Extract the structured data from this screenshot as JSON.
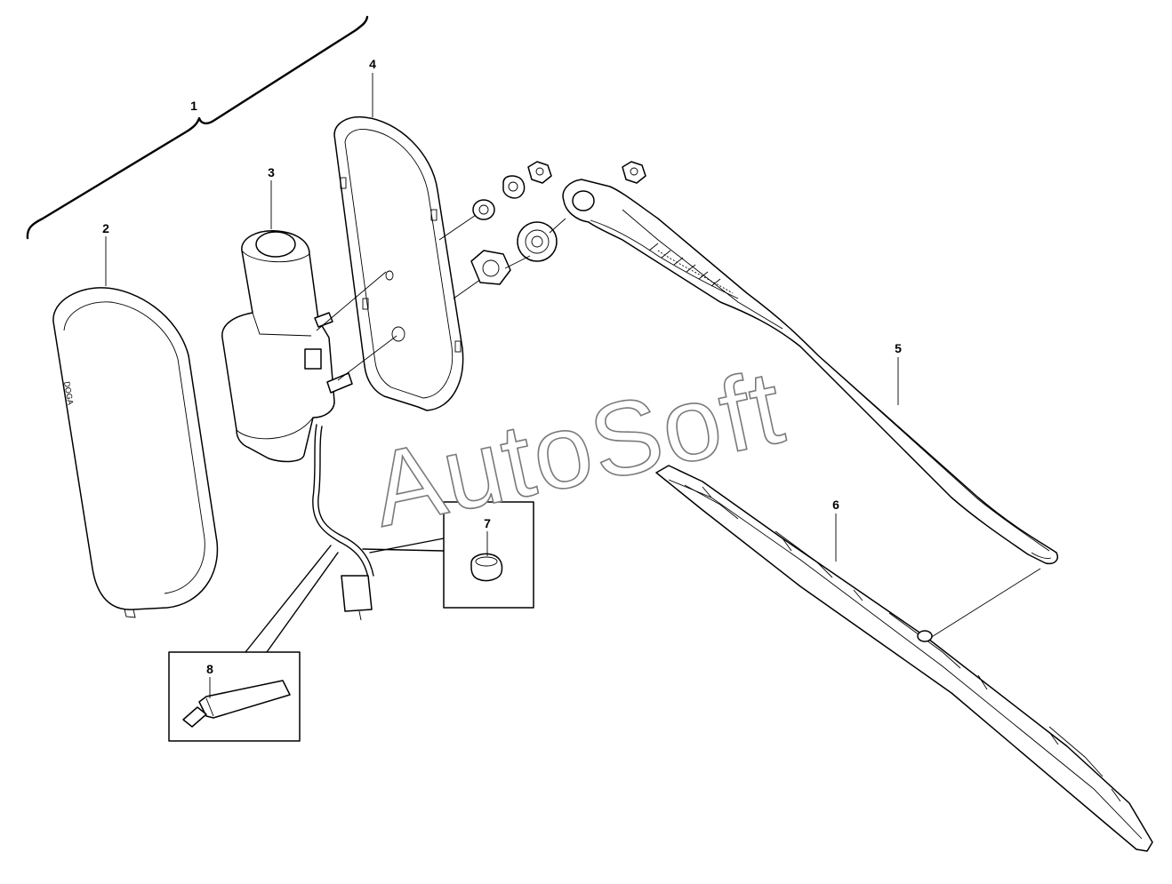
{
  "diagram": {
    "callouts": [
      {
        "id": "1",
        "label": "1"
      },
      {
        "id": "2",
        "label": "2"
      },
      {
        "id": "3",
        "label": "3"
      },
      {
        "id": "4",
        "label": "4"
      },
      {
        "id": "5",
        "label": "5"
      },
      {
        "id": "6",
        "label": "6"
      },
      {
        "id": "7",
        "label": "7"
      },
      {
        "id": "8",
        "label": "8"
      }
    ],
    "cover_brand_text": "DOGA",
    "watermark": "AutoSoft",
    "colors": {
      "line": "#000000",
      "background": "#ffffff",
      "watermark_outline": "#7a7a7a"
    }
  }
}
